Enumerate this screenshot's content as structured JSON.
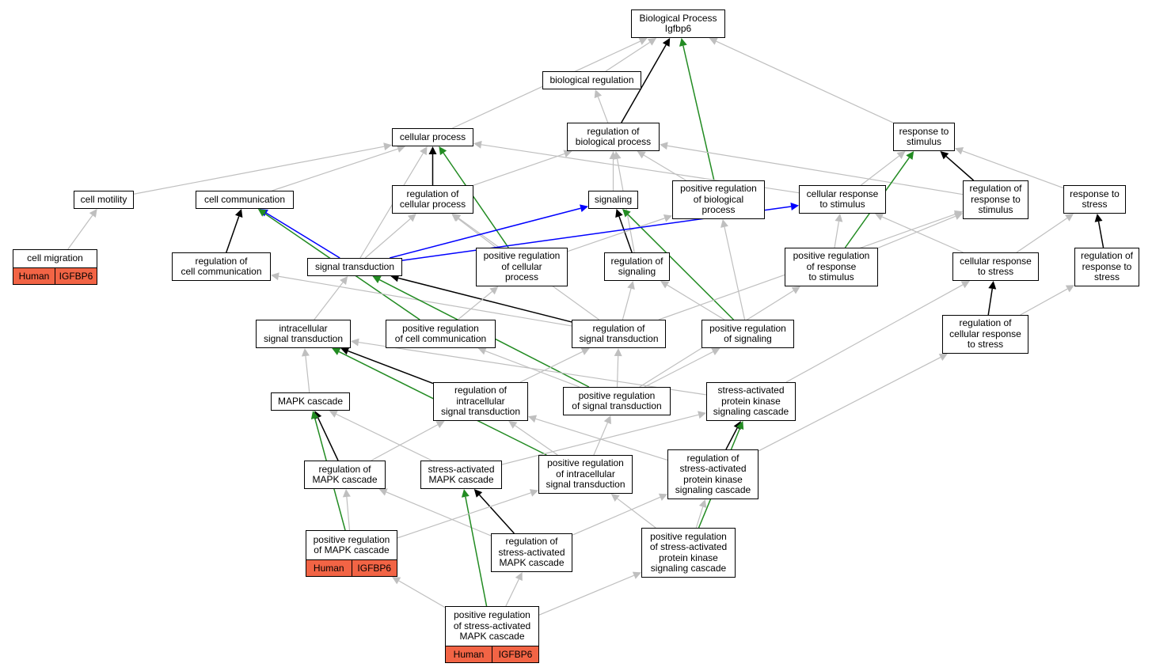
{
  "colors": {
    "gray": "#bfbfbf",
    "black": "#000000",
    "green": "#228b22",
    "blue": "#0000ff",
    "highlight": "#f26445"
  },
  "nodes": {
    "bp": "Biological Process\nIgfbp6",
    "bioreg": "biological regulation",
    "cellproc": "cellular process",
    "regbio": "regulation of\nbiological process",
    "respstim": "response to\nstimulus",
    "cellmot": "cell motility",
    "cellcomm": "cell communication",
    "regcellproc": "regulation of\ncellular process",
    "signaling": "signaling",
    "posregbio": "positive regulation\nof biological\nprocess",
    "cellrespstim": "cellular response\nto stimulus",
    "regrespstim": "regulation of\nresponse to\nstimulus",
    "respstress": "response to\nstress",
    "regcellcomm": "regulation of\ncell communication",
    "sigtrans": "signal transduction",
    "posregcellproc": "positive regulation\nof cellular\nprocess",
    "regsig": "regulation of\nsignaling",
    "posregrespstim": "positive regulation\nof response\nto stimulus",
    "cellrespstress": "cellular response\nto stress",
    "regrespstress": "regulation of\nresponse to\nstress",
    "intrasig": "intracellular\nsignal transduction",
    "posregcellcomm": "positive regulation\nof cell communication",
    "regsigtrans": "regulation of\nsignal transduction",
    "posregsig": "positive regulation\nof signaling",
    "regcellrespstress": "regulation of\ncellular response\nto stress",
    "mapk": "MAPK cascade",
    "regintrasig": "regulation of\nintracellular\nsignal transduction",
    "posregsigtrans": "positive regulation\nof signal transduction",
    "sapk": "stress-activated\nprotein kinase\nsignaling cascade",
    "regmapk": "regulation of\nMAPK cascade",
    "samapk": "stress-activated\nMAPK cascade",
    "posregintrasig": "positive regulation\nof intracellular\nsignal transduction",
    "regsapk": "regulation of\nstress-activated\nprotein kinase\nsignaling cascade",
    "regsamapk": "regulation of\nstress-activated\nMAPK cascade",
    "posregsapk": "positive regulation\nof stress-activated\nprotein kinase\nsignaling cascade"
  },
  "tables": {
    "cellmig": {
      "label": "cell migration",
      "species": "Human",
      "gene": "IGFBP6"
    },
    "posregmapk": {
      "label": "positive regulation\nof MAPK cascade",
      "species": "Human",
      "gene": "IGFBP6"
    },
    "posregsamapk": {
      "label": "positive regulation\nof stress-activated\nMAPK cascade",
      "species": "Human",
      "gene": "IGFBP6"
    }
  },
  "edges": [
    {
      "from": "bioreg",
      "to": "bp",
      "color": "gray"
    },
    {
      "from": "cellproc",
      "to": "bp",
      "color": "gray"
    },
    {
      "from": "respstim",
      "to": "bp",
      "color": "gray"
    },
    {
      "from": "regbio",
      "to": "bp",
      "color": "black"
    },
    {
      "from": "posregbio",
      "to": "bp",
      "color": "green"
    },
    {
      "from": "regbio",
      "to": "bioreg",
      "color": "gray"
    },
    {
      "from": "cellmot",
      "to": "cellproc",
      "color": "gray"
    },
    {
      "from": "cellcomm",
      "to": "cellproc",
      "color": "gray"
    },
    {
      "from": "regcellproc",
      "to": "cellproc",
      "color": "black"
    },
    {
      "from": "posregcellproc",
      "to": "cellproc",
      "color": "green"
    },
    {
      "from": "sigtrans",
      "to": "cellproc",
      "color": "gray"
    },
    {
      "from": "cellrespstim",
      "to": "cellproc",
      "color": "gray"
    },
    {
      "from": "regcellproc",
      "to": "regbio",
      "color": "gray"
    },
    {
      "from": "signaling",
      "to": "regbio",
      "color": "gray"
    },
    {
      "from": "posregbio",
      "to": "regbio",
      "color": "gray"
    },
    {
      "from": "regrespstim",
      "to": "regbio",
      "color": "gray"
    },
    {
      "from": "regsig",
      "to": "regbio",
      "color": "gray"
    },
    {
      "from": "cellrespstim",
      "to": "respstim",
      "color": "gray"
    },
    {
      "from": "regrespstim",
      "to": "respstim",
      "color": "black"
    },
    {
      "from": "respstress",
      "to": "respstim",
      "color": "gray"
    },
    {
      "from": "posregrespstim",
      "to": "respstim",
      "color": "green"
    },
    {
      "from": "cellmig",
      "to": "cellmot",
      "color": "gray"
    },
    {
      "from": "regcellcomm",
      "to": "cellcomm",
      "color": "black"
    },
    {
      "from": "sigtrans",
      "to": "cellcomm",
      "color": "blue"
    },
    {
      "from": "posregcellcomm",
      "to": "cellcomm",
      "color": "green"
    },
    {
      "from": "sigtrans",
      "to": "regcellproc",
      "color": "gray"
    },
    {
      "from": "posregcellproc",
      "to": "regcellproc",
      "color": "gray"
    },
    {
      "from": "regsigtrans",
      "to": "regcellproc",
      "color": "gray"
    },
    {
      "from": "sigtrans",
      "to": "signaling",
      "color": "blue"
    },
    {
      "from": "regsig",
      "to": "signaling",
      "color": "black"
    },
    {
      "from": "posregsig",
      "to": "signaling",
      "color": "green"
    },
    {
      "from": "posregcellproc",
      "to": "posregbio",
      "color": "gray"
    },
    {
      "from": "posregsig",
      "to": "posregbio",
      "color": "gray"
    },
    {
      "from": "sigtrans",
      "to": "cellrespstim",
      "color": "blue"
    },
    {
      "from": "posregrespstim",
      "to": "cellrespstim",
      "color": "gray"
    },
    {
      "from": "cellrespstress",
      "to": "cellrespstim",
      "color": "gray"
    },
    {
      "from": "posregrespstim",
      "to": "regrespstim",
      "color": "gray"
    },
    {
      "from": "regsigtrans",
      "to": "regrespstim",
      "color": "gray"
    },
    {
      "from": "cellrespstress",
      "to": "respstress",
      "color": "gray"
    },
    {
      "from": "regrespstress",
      "to": "respstress",
      "color": "black"
    },
    {
      "from": "regsigtrans",
      "to": "regcellcomm",
      "color": "gray"
    },
    {
      "from": "regsigtrans",
      "to": "sigtrans",
      "color": "black"
    },
    {
      "from": "posregsigtrans",
      "to": "sigtrans",
      "color": "green"
    },
    {
      "from": "intrasig",
      "to": "sigtrans",
      "color": "gray"
    },
    {
      "from": "posregcellcomm",
      "to": "posregcellproc",
      "color": "gray"
    },
    {
      "from": "regsigtrans",
      "to": "regsig",
      "color": "gray"
    },
    {
      "from": "posregsig",
      "to": "regsig",
      "color": "gray"
    },
    {
      "from": "posregsigtrans",
      "to": "posregrespstim",
      "color": "gray"
    },
    {
      "from": "regcellrespstress",
      "to": "cellrespstress",
      "color": "black"
    },
    {
      "from": "regcellrespstress",
      "to": "regrespstress",
      "color": "gray"
    },
    {
      "from": "sapk",
      "to": "cellrespstress",
      "color": "gray"
    },
    {
      "from": "mapk",
      "to": "intrasig",
      "color": "gray"
    },
    {
      "from": "regintrasig",
      "to": "intrasig",
      "color": "black"
    },
    {
      "from": "posregintrasig",
      "to": "intrasig",
      "color": "green"
    },
    {
      "from": "sapk",
      "to": "intrasig",
      "color": "gray"
    },
    {
      "from": "posregsigtrans",
      "to": "posregcellcomm",
      "color": "gray"
    },
    {
      "from": "regintrasig",
      "to": "regsigtrans",
      "color": "gray"
    },
    {
      "from": "posregsigtrans",
      "to": "regsigtrans",
      "color": "gray"
    },
    {
      "from": "posregsigtrans",
      "to": "posregsig",
      "color": "gray"
    },
    {
      "from": "regsapk",
      "to": "regcellrespstress",
      "color": "gray"
    },
    {
      "from": "regmapk",
      "to": "mapk",
      "color": "black"
    },
    {
      "from": "samapk",
      "to": "mapk",
      "color": "gray"
    },
    {
      "from": "posregmapk",
      "to": "mapk",
      "color": "green"
    },
    {
      "from": "regmapk",
      "to": "regintrasig",
      "color": "gray"
    },
    {
      "from": "posregintrasig",
      "to": "regintrasig",
      "color": "gray"
    },
    {
      "from": "regsapk",
      "to": "regintrasig",
      "color": "gray"
    },
    {
      "from": "posregintrasig",
      "to": "posregsigtrans",
      "color": "gray"
    },
    {
      "from": "regsapk",
      "to": "sapk",
      "color": "black"
    },
    {
      "from": "samapk",
      "to": "sapk",
      "color": "gray"
    },
    {
      "from": "posregsapk",
      "to": "sapk",
      "color": "green"
    },
    {
      "from": "posregmapk",
      "to": "regmapk",
      "color": "gray"
    },
    {
      "from": "regsamapk",
      "to": "regmapk",
      "color": "gray"
    },
    {
      "from": "regsamapk",
      "to": "samapk",
      "color": "black"
    },
    {
      "from": "posregsamapk",
      "to": "samapk",
      "color": "green"
    },
    {
      "from": "posregmapk",
      "to": "posregintrasig",
      "color": "gray"
    },
    {
      "from": "posregsapk",
      "to": "posregintrasig",
      "color": "gray"
    },
    {
      "from": "posregsapk",
      "to": "regsapk",
      "color": "gray"
    },
    {
      "from": "regsamapk",
      "to": "regsapk",
      "color": "gray"
    },
    {
      "from": "posregsamapk",
      "to": "regsamapk",
      "color": "gray"
    },
    {
      "from": "posregsamapk",
      "to": "posregmapk",
      "color": "gray"
    },
    {
      "from": "posregsamapk",
      "to": "posregsapk",
      "color": "gray"
    }
  ]
}
